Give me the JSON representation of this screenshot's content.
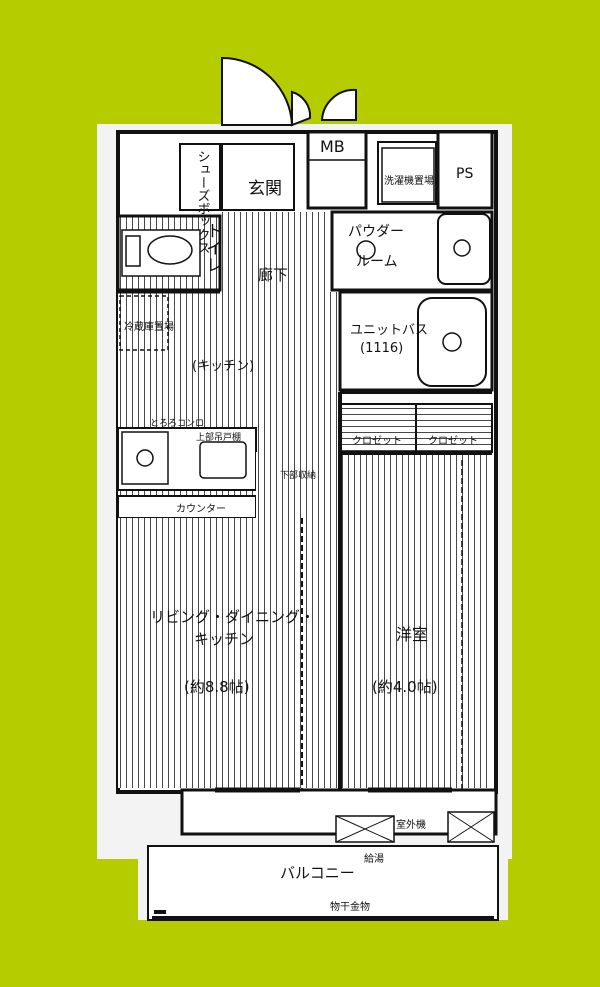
{
  "colors": {
    "background": "#b5cc00",
    "wall": "#111111",
    "floor": "#ffffff",
    "margin": "#f2f2f2"
  },
  "rooms": {
    "shoe_box": "シューズボックス",
    "entrance": "玄関",
    "mb": "MB",
    "ps": "PS",
    "toilet": "トイレ",
    "corridor": "廊下",
    "powder_room_1": "パウダー",
    "powder_room_2": "ルーム",
    "unit_bath_1": "ユニットバス",
    "unit_bath_2": "(1116)",
    "kitchen": "(キッチン)",
    "ldk_1": "リビング・ダイニング・",
    "ldk_2": "キッチン",
    "ldk_size": "(約8.8帖)",
    "western_room": "洋室",
    "western_size": "(約4.0帖)",
    "balcony": "バルコニー"
  },
  "notes": {
    "washer": "洗濯機置場",
    "fridge": "冷蔵庫置場",
    "counter": "カウンター",
    "closet_1": "クロゼット",
    "closet_2": "クロゼット",
    "upper_cabinet": "上部吊戸棚",
    "drying_rack": "物干金物",
    "outdoor_unit": "室外機",
    "eco_cute": "給湯",
    "stove": "とろろコンロ",
    "sink_cab": "下部収納"
  }
}
